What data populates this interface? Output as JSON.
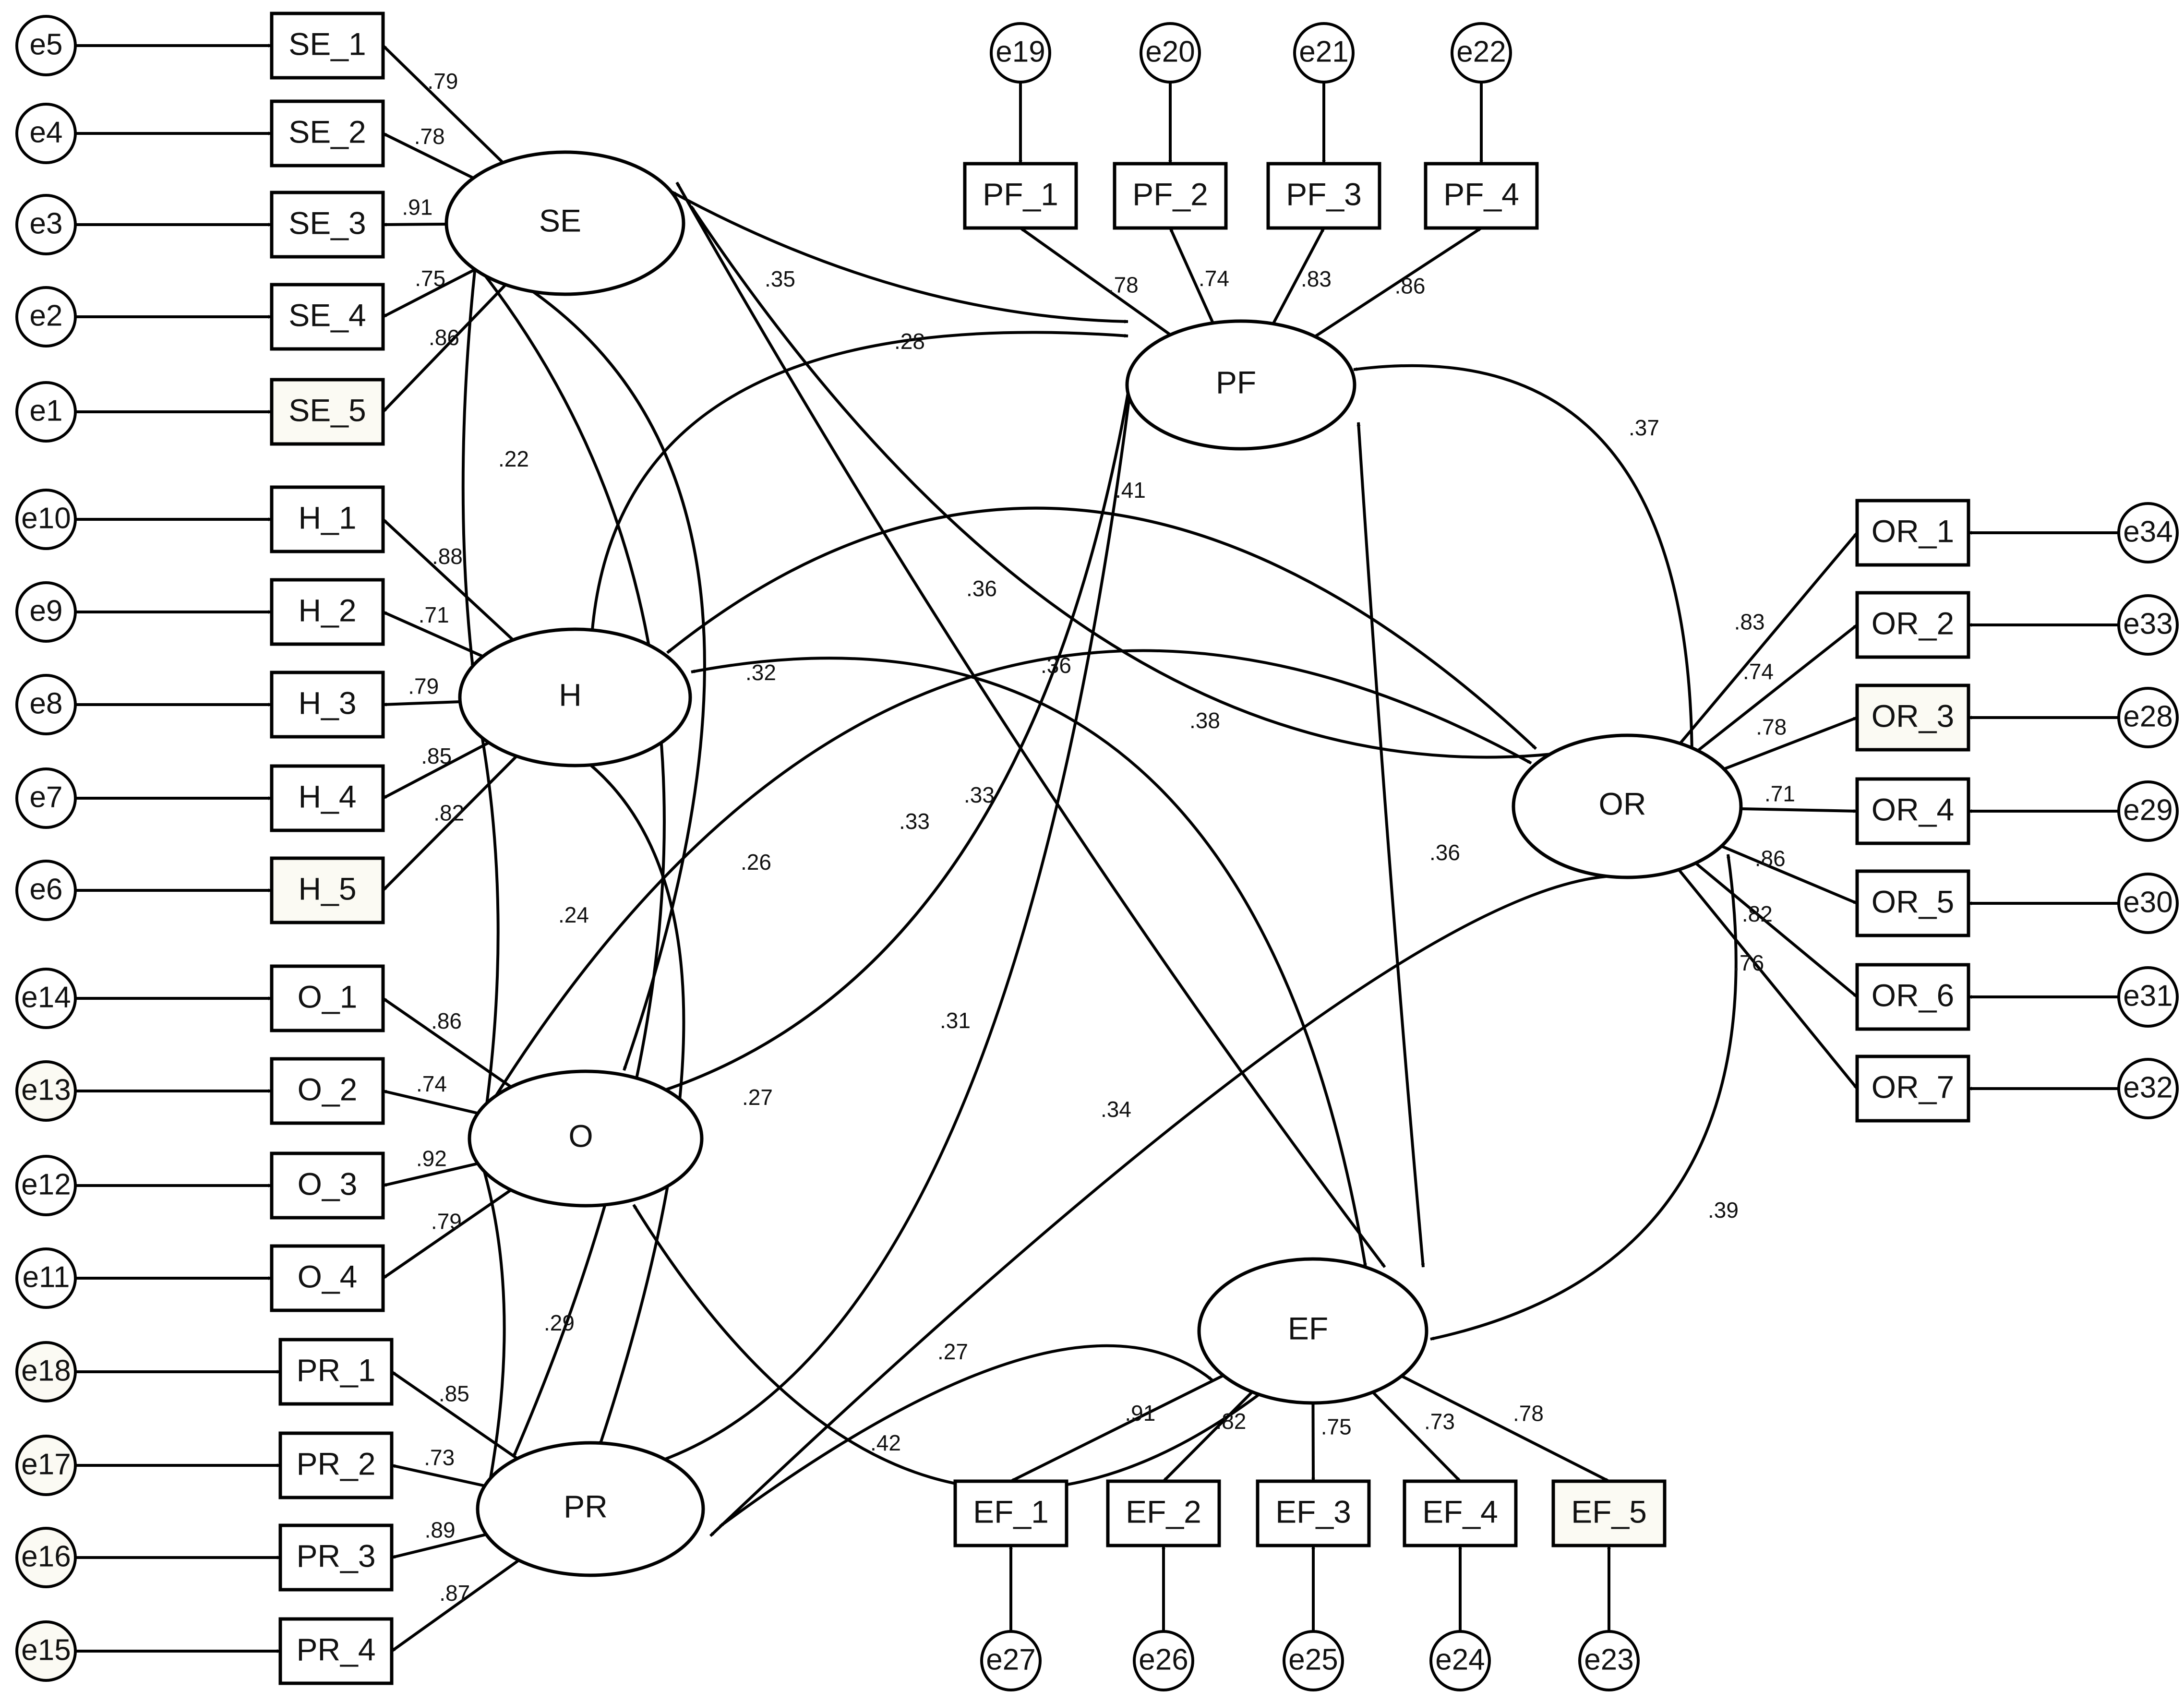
{
  "latents": [
    {
      "id": "SE",
      "label": "SE"
    },
    {
      "id": "H",
      "label": "H"
    },
    {
      "id": "O",
      "label": "O"
    },
    {
      "id": "PR",
      "label": "PR"
    },
    {
      "id": "PF",
      "label": "PF"
    },
    {
      "id": "OR",
      "label": "OR"
    },
    {
      "id": "EF",
      "label": "EF"
    }
  ],
  "indicators": [
    {
      "id": "SE_1",
      "label": "SE_1",
      "latent": "SE",
      "loading": ".79",
      "error": "e5"
    },
    {
      "id": "SE_2",
      "label": "SE_2",
      "latent": "SE",
      "loading": ".78",
      "error": "e4"
    },
    {
      "id": "SE_3",
      "label": "SE_3",
      "latent": "SE",
      "loading": ".91",
      "error": "e3"
    },
    {
      "id": "SE_4",
      "label": "SE_4",
      "latent": "SE",
      "loading": ".75",
      "error": "e2"
    },
    {
      "id": "SE_5",
      "label": "SE_5",
      "latent": "SE",
      "loading": ".86",
      "error": "e1"
    },
    {
      "id": "H_1",
      "label": "H_1",
      "latent": "H",
      "loading": ".88",
      "error": "e10"
    },
    {
      "id": "H_2",
      "label": "H_2",
      "latent": "H",
      "loading": ".71",
      "error": "e9"
    },
    {
      "id": "H_3",
      "label": "H_3",
      "latent": "H",
      "loading": ".79",
      "error": "e8"
    },
    {
      "id": "H_4",
      "label": "H_4",
      "latent": "H",
      "loading": ".85",
      "error": "e7"
    },
    {
      "id": "H_5",
      "label": "H_5",
      "latent": "H",
      "loading": ".82",
      "error": "e6"
    },
    {
      "id": "O_1",
      "label": "O_1",
      "latent": "O",
      "loading": ".86",
      "error": "e14"
    },
    {
      "id": "O_2",
      "label": "O_2",
      "latent": "O",
      "loading": ".74",
      "error": "e13"
    },
    {
      "id": "O_3",
      "label": "O_3",
      "latent": "O",
      "loading": ".92",
      "error": "e12"
    },
    {
      "id": "O_4",
      "label": "O_4",
      "latent": "O",
      "loading": ".79",
      "error": "e11"
    },
    {
      "id": "PR_1",
      "label": "PR_1",
      "latent": "PR",
      "loading": ".85",
      "error": "e18"
    },
    {
      "id": "PR_2",
      "label": "PR_2",
      "latent": "PR",
      "loading": ".73",
      "error": "e17"
    },
    {
      "id": "PR_3",
      "label": "PR_3",
      "latent": "PR",
      "loading": ".89",
      "error": "e16"
    },
    {
      "id": "PR_4",
      "label": "PR_4",
      "latent": "PR",
      "loading": ".87",
      "error": "e15"
    },
    {
      "id": "PF_1",
      "label": "PF_1",
      "latent": "PF",
      "loading": ".78",
      "error": "e19"
    },
    {
      "id": "PF_2",
      "label": "PF_2",
      "latent": "PF",
      "loading": ".74",
      "error": "e20"
    },
    {
      "id": "PF_3",
      "label": "PF_3",
      "latent": "PF",
      "loading": ".83",
      "error": "e21"
    },
    {
      "id": "PF_4",
      "label": "PF_4",
      "latent": "PF",
      "loading": ".86",
      "error": "e22"
    },
    {
      "id": "OR_1",
      "label": "OR_1",
      "latent": "OR",
      "loading": ".83",
      "error": "e34"
    },
    {
      "id": "OR_2",
      "label": "OR_2",
      "latent": "OR",
      "loading": ".74",
      "error": "e33"
    },
    {
      "id": "OR_3",
      "label": "OR_3",
      "latent": "OR",
      "loading": ".78",
      "error": "e28"
    },
    {
      "id": "OR_4",
      "label": "OR_4",
      "latent": "OR",
      "loading": ".71",
      "error": "e29"
    },
    {
      "id": "OR_5",
      "label": "OR_5",
      "latent": "OR",
      "loading": ".86",
      "error": "e30"
    },
    {
      "id": "OR_6",
      "label": "OR_6",
      "latent": "OR",
      "loading": ".82",
      "error": "e31"
    },
    {
      "id": "OR_7",
      "label": "OR_7",
      "latent": "OR",
      "loading": ".76",
      "error": "e32"
    },
    {
      "id": "EF_1",
      "label": "EF_1",
      "latent": "EF",
      "loading": ".91",
      "error": "e27"
    },
    {
      "id": "EF_2",
      "label": "EF_2",
      "latent": "EF",
      "loading": ".82",
      "error": "e26"
    },
    {
      "id": "EF_3",
      "label": "EF_3",
      "latent": "EF",
      "loading": ".75",
      "error": "e25"
    },
    {
      "id": "EF_4",
      "label": "EF_4",
      "latent": "EF",
      "loading": ".73",
      "error": "e24"
    },
    {
      "id": "EF_5",
      "label": "EF_5",
      "latent": "EF",
      "loading": ".78",
      "error": "e23"
    }
  ],
  "correlations": [
    {
      "from": "SE",
      "to": "H",
      "value": ".22"
    },
    {
      "from": "SE",
      "to": "PF",
      "value": ".35"
    },
    {
      "from": "SE",
      "to": "O",
      "value": ".32"
    },
    {
      "from": "SE",
      "to": "PR",
      "value": ".26"
    },
    {
      "from": "SE",
      "to": "EF",
      "value": ".36"
    },
    {
      "from": "H",
      "to": "PF",
      "value": ".28"
    },
    {
      "from": "H",
      "to": "OR",
      "value": ".41"
    },
    {
      "from": "H",
      "to": "EF",
      "value": ".38"
    },
    {
      "from": "H",
      "to": "O",
      "value": ".24"
    },
    {
      "from": "H",
      "to": "PR",
      "value": ".27"
    },
    {
      "from": "O",
      "to": "OR",
      "value": ".36"
    },
    {
      "from": "O",
      "to": "PR",
      "value": ".29"
    },
    {
      "from": "O",
      "to": "EF",
      "value": ".42"
    },
    {
      "from": "PF",
      "to": "OR",
      "value": ".37"
    },
    {
      "from": "PF",
      "to": "EF",
      "value": ".36"
    },
    {
      "from": "PF",
      "to": "O",
      "value": ".33"
    },
    {
      "from": "PF",
      "to": "PR",
      "value": ".31"
    },
    {
      "from": "OR",
      "to": "EF",
      "value": ".39"
    },
    {
      "from": "OR",
      "to": "PR",
      "value": ".34"
    },
    {
      "from": "EF",
      "to": "PR",
      "value": ".27"
    },
    {
      "from": "SE",
      "to": "OR",
      "value": ".33"
    }
  ]
}
